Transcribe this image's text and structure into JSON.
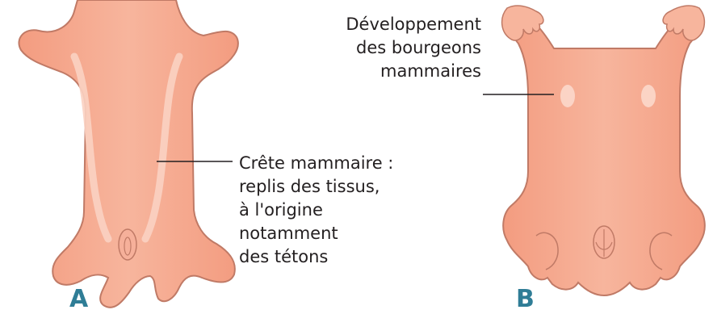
{
  "panel_a": {
    "letter": "A",
    "callout_lines": [
      "Crête mammaire :",
      "replis des tissus,",
      "à l'origine",
      "notamment",
      "des tétons"
    ]
  },
  "panel_b": {
    "letter": "B",
    "callout_lines": [
      "Développement",
      "des bourgeons",
      "mammaires"
    ]
  },
  "colors": {
    "skin": "#f4a98e",
    "skin_outline": "#c07a66",
    "ridge_highlight": "#fbd2c2",
    "letter": "#2f7d96",
    "text": "#231f20"
  }
}
